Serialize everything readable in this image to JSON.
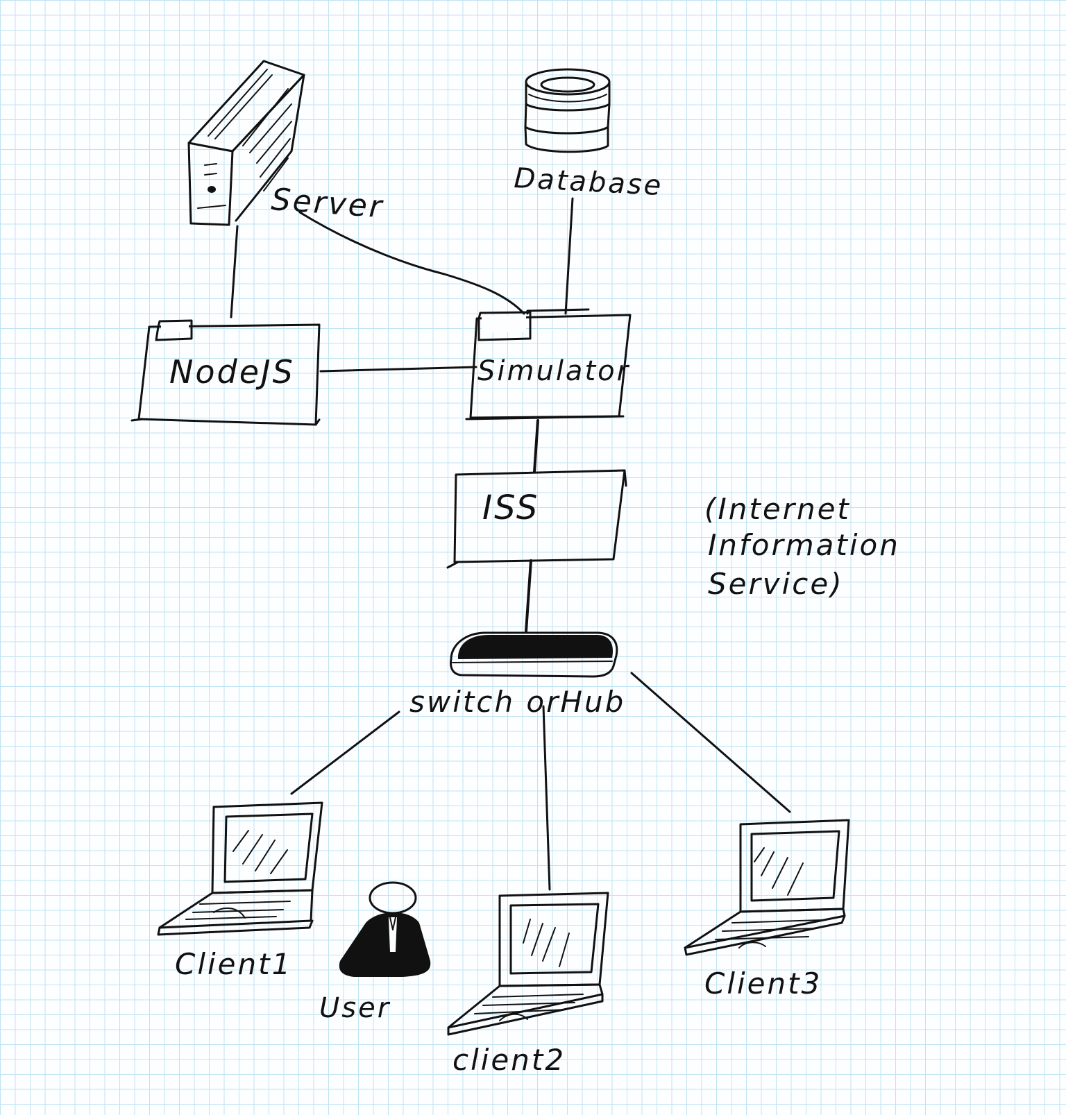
{
  "nodes": {
    "server": "Server",
    "database": "Database",
    "nodejs": "NodeJS",
    "simulator": "Simulator",
    "iss": "ISS",
    "iss_note": [
      "(Internet",
      "Information",
      "Service)"
    ],
    "switch": "switch orHub",
    "client1": "Client1",
    "client2": "client2",
    "client3": "Client3",
    "user": "User"
  }
}
